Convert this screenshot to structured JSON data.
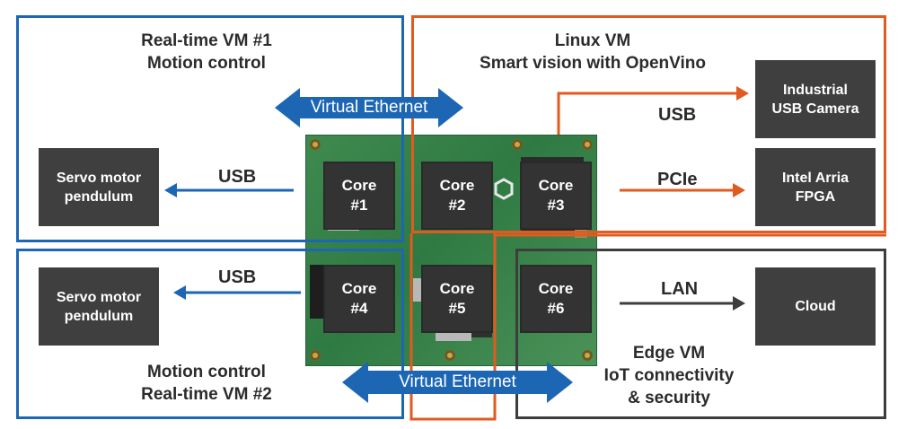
{
  "vms": {
    "rt1_title": "Real-time VM #1\nMotion control",
    "linux_title": "Linux VM\nSmart vision with OpenVino",
    "rt2_title": "Motion control\nReal-time VM #2",
    "edge_title": "Edge VM\nIoT connectivity\n& security"
  },
  "devices": {
    "servo_top": "Servo motor\npendulum",
    "servo_bottom": "Servo motor\npendulum",
    "usb_camera": "Industrial\nUSB Camera",
    "fpga": "Intel Arria\nFPGA",
    "cloud": "Cloud"
  },
  "links": {
    "usb_top": "USB",
    "usb_bottom": "USB",
    "usb_camera": "USB",
    "pcie": "PCIe",
    "lan": "LAN",
    "virtual_ethernet_top": "Virtual Ethernet",
    "virtual_ethernet_bottom": "Virtual Ethernet"
  },
  "cores": {
    "c1": "Core\n#1",
    "c2": "Core\n#2",
    "c3": "Core\n#3",
    "c4": "Core\n#4",
    "c5": "Core\n#5",
    "c6": "Core\n#6"
  },
  "colors": {
    "blue": "#1d66b3",
    "orange": "#e15a1f",
    "dark": "#3d3d3d",
    "device_bg": "#3f3f3f"
  }
}
